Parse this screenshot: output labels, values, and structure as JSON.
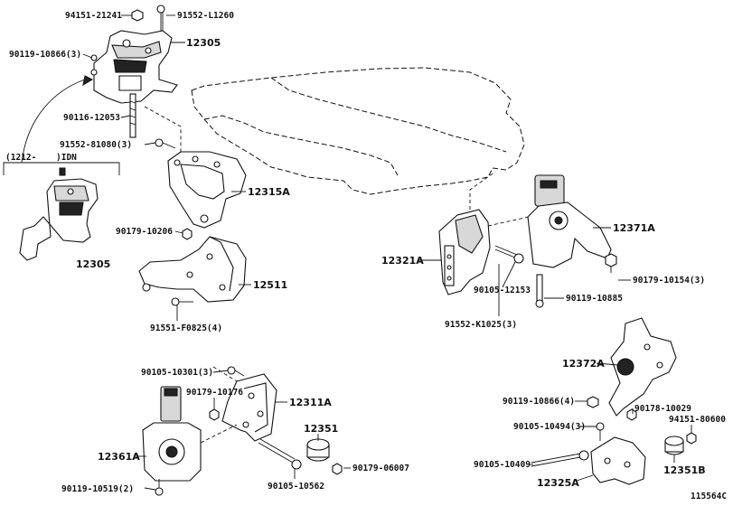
{
  "diagram": {
    "catalog_code": "115564C",
    "variant_note": {
      "open": "(1212-",
      "close": ")IDN"
    },
    "labels": {
      "p94151_21241": "94151-21241",
      "p91552_L1260": "91552-L1260",
      "p12305_top": "12305",
      "p90119_10866_3": "90119-10866(3)",
      "p90116_12053": "90116-12053",
      "p91552_81080_3": "91552-81080(3)",
      "p12305_bottom": "12305",
      "p12315A": "12315A",
      "p90179_10206": "90179-10206",
      "p12511": "12511",
      "p91551_F0825_4": "91551-F0825(4)",
      "p90105_10301_3": "90105-10301(3)",
      "p90179_10176": "90179-10176",
      "p12311A": "12311A",
      "p12351": "12351",
      "p12361A": "12361A",
      "p90119_10519_2": "90119-10519(2)",
      "p90105_10562": "90105-10562",
      "p90179_06007": "90179-06007",
      "p12321A": "12321A",
      "p90105_12153": "90105-12153",
      "p91552_K1025_3": "91552-K1025(3)",
      "p12371A": "12371A",
      "p90179_10154_3": "90179-10154(3)",
      "p90119_10885": "90119-10885",
      "p12372A": "12372A",
      "p90119_10866_4": "90119-10866(4)",
      "p90178_10029": "90178-10029",
      "p94151_80600": "94151-80600",
      "p90105_10494_3": "90105-10494(3)",
      "p90105_10409": "90105-10409",
      "p12351B": "12351B",
      "p12325A": "12325A"
    }
  }
}
